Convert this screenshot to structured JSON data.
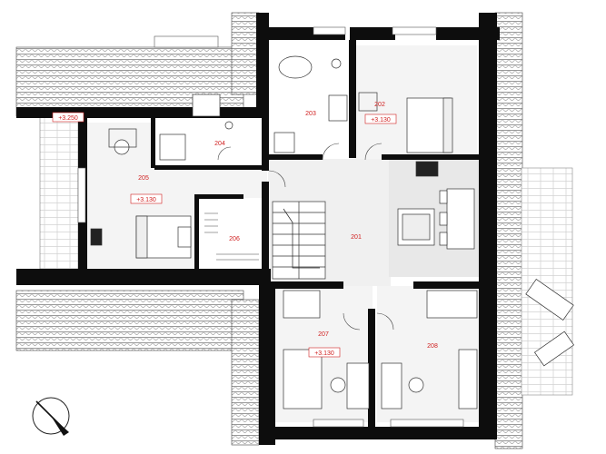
{
  "rooms": {
    "r201": "201",
    "r202": "202",
    "r203": "203",
    "r204": "204",
    "r205": "205",
    "r206": "206",
    "r207": "207",
    "r208": "208"
  },
  "levels": {
    "roof_edge": "+3.250",
    "room_202": "+3.130",
    "room_205": "+3.130",
    "room_207": "+3.130"
  },
  "colors": {
    "wall": "#0d0d0d",
    "roof_tile": "#555555",
    "room_fill": "#f2f2f2",
    "label_red": "#d02020"
  },
  "icons": [
    "north-arrow-icon"
  ]
}
